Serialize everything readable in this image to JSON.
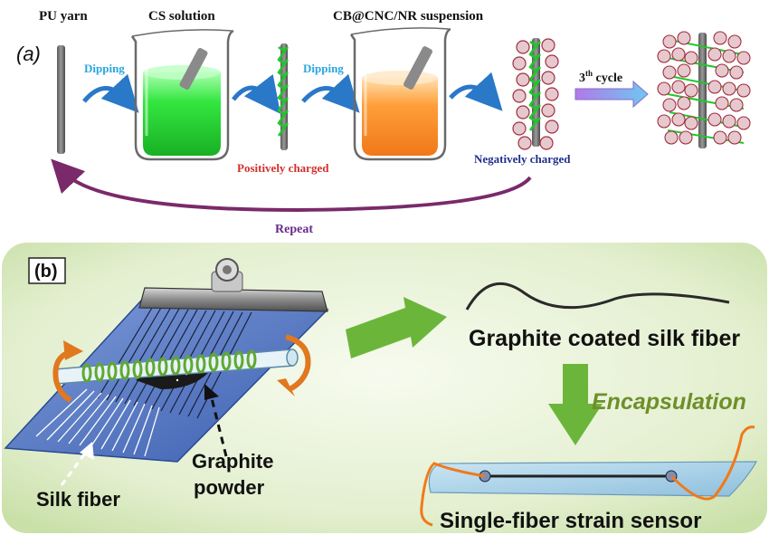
{
  "panel_a": {
    "label": "(a)",
    "pu_yarn": "PU yarn",
    "cs_solution": "CS solution",
    "suspension": "CB@CNC/NR suspension",
    "dipping_1": "Dipping",
    "dipping_2": "Dipping",
    "positively_charged": "Positively charged",
    "negatively_charged": "Negatively charged",
    "cycle_base": "3",
    "cycle_sup": "th",
    "cycle_rest": " cycle",
    "repeat": "Repeat"
  },
  "panel_b": {
    "label": "(b)",
    "graphite_coated": "Graphite coated silk fiber",
    "encapsulation": "Encapsulation",
    "silk_fiber": "Silk fiber",
    "graphite_line1": "Graphite",
    "graphite_line2": "powder",
    "sensor": "Single-fiber strain sensor"
  },
  "colors": {
    "dipping_text": "#2aa6e0",
    "positive_text": "#d0312d",
    "negative_text": "#1f2f8a",
    "repeat_text": "#6a2a8a",
    "cs_liquid": "#33e63f",
    "suspension_liquid": "#ff9f3a",
    "panel_b_bg": "#e3efcf",
    "panel_b_arrow": "#6bb63a",
    "encapsulation_text": "#6f8f2a",
    "sensor_wire": "#f07a1a"
  }
}
